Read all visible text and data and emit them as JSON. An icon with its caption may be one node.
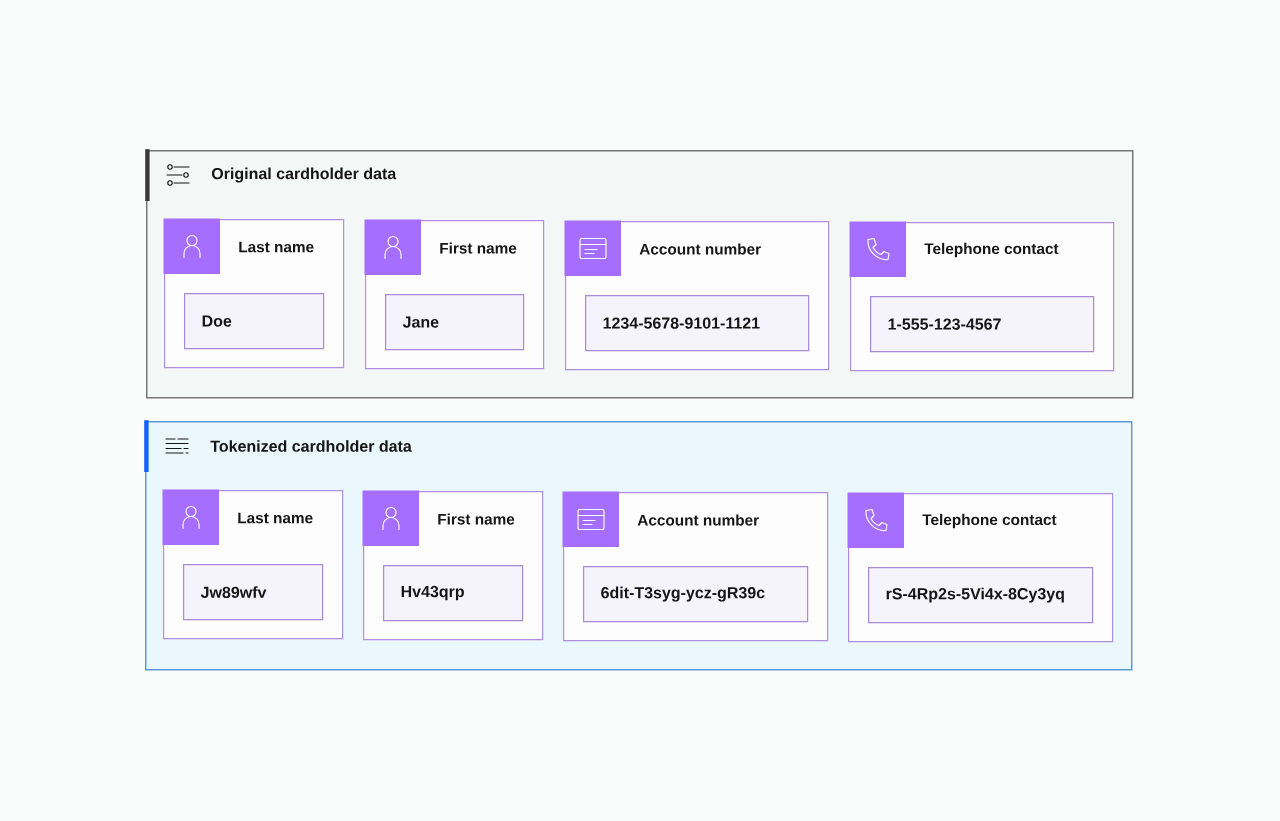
{
  "diagram": {
    "nodes": [
      {
        "text": [
          "Original cardholder data"
        ]
      },
      {
        "text": [
          "Last name"
        ],
        "in": 0
      },
      {
        "text": [
          "Doe"
        ],
        "in": 1
      },
      {
        "text": [
          "First name"
        ],
        "in": 0
      },
      {
        "text": [
          "Jane"
        ],
        "in": 3
      },
      {
        "text": [
          "Account number"
        ],
        "in": 0
      },
      {
        "text": [
          "1234-5678-9101-1121"
        ],
        "in": 5
      },
      {
        "text": [
          "Telephone contact"
        ],
        "in": 0
      },
      {
        "text": [
          "1-555-123-4567"
        ],
        "in": 7
      },
      {
        "text": [
          "Tokenized cardholder data"
        ]
      },
      {
        "text": [
          "Last name"
        ],
        "in": 9
      },
      {
        "text": [
          "Jw89wfv"
        ],
        "in": 10
      },
      {
        "text": [
          "First name"
        ],
        "in": 9
      },
      {
        "text": [
          "Hv43qrp"
        ],
        "in": 12
      },
      {
        "text": [
          "Account number"
        ],
        "in": 9
      },
      {
        "text": [
          "6dit-T3syg-ycz-gR39c"
        ],
        "in": 14
      },
      {
        "text": [
          "Telephone contact"
        ],
        "in": 9
      },
      {
        "text": [
          "rS-4Rp2s-5Vi4x-8Cy3yq"
        ],
        "in": 16
      }
    ]
  }
}
